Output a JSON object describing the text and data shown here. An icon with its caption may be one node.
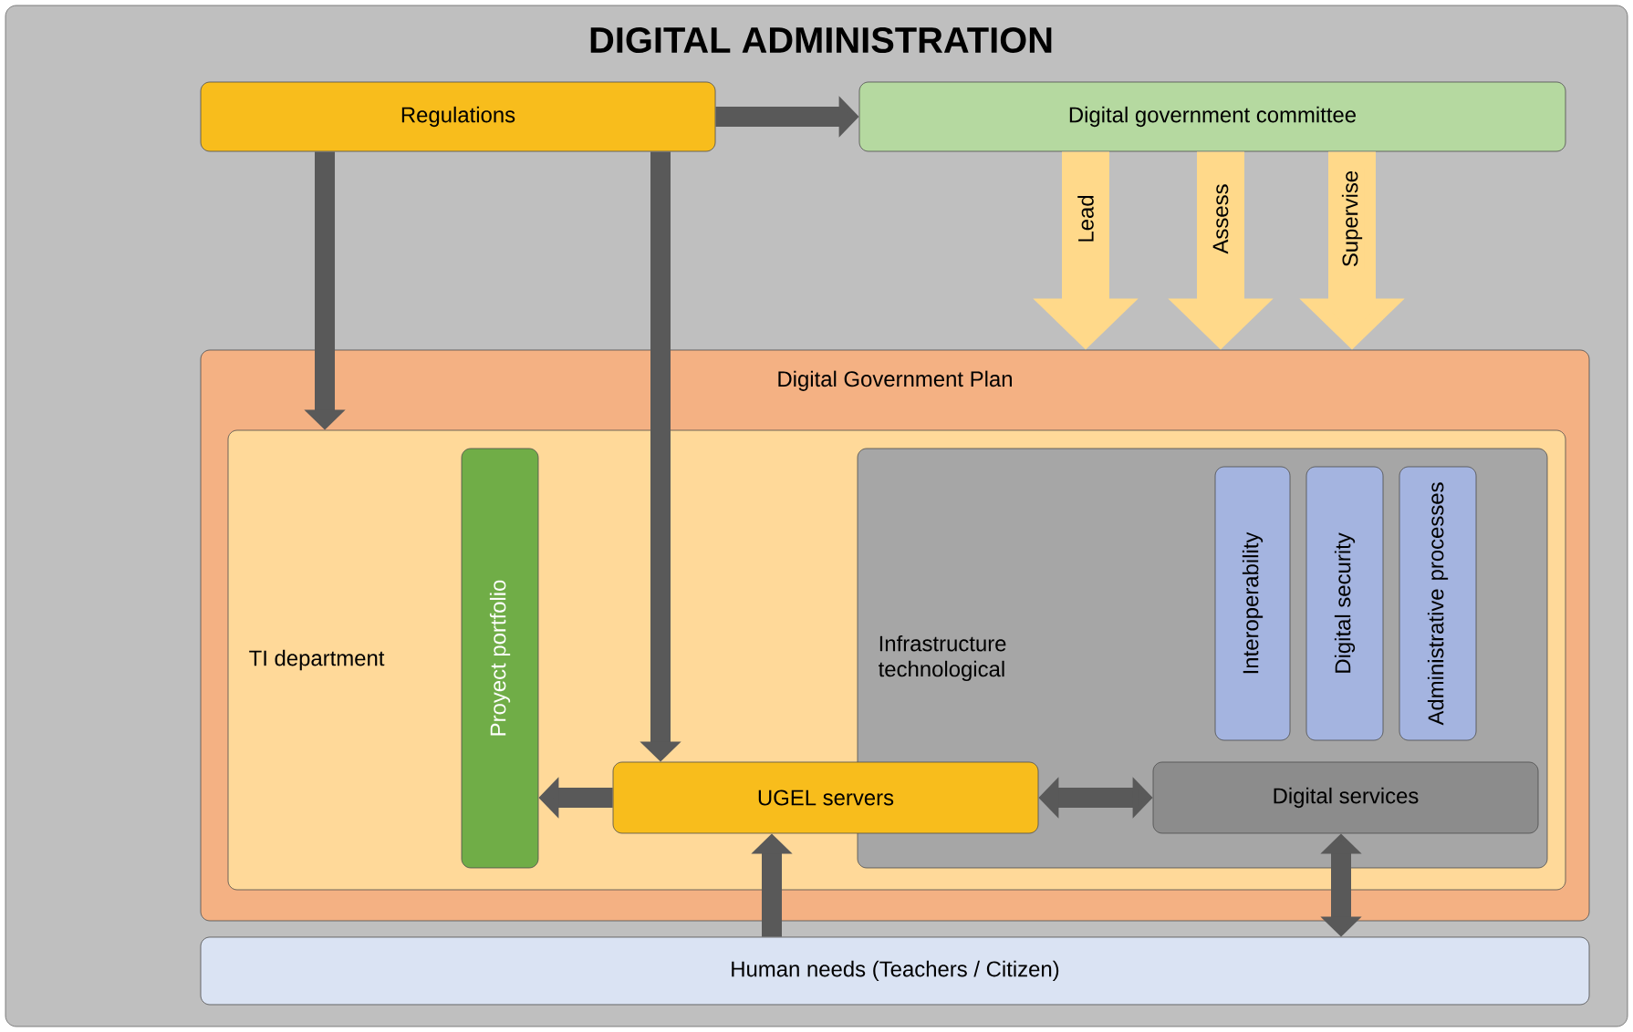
{
  "diagram": {
    "title": "DIGITAL ADMINISTRATION",
    "nodes": [
      {
        "text": [
          "Regulations"
        ]
      },
      {
        "text": [
          "Digital government committee"
        ]
      },
      {
        "text": [
          "Digital Government Plan"
        ]
      },
      {
        "text": [
          "TI department"
        ],
        "in": 2
      },
      {
        "text": [
          "Proyect portfolio"
        ],
        "in": 3
      },
      {
        "text": [
          "Infrastructure technological"
        ],
        "in": 3
      },
      {
        "text": [
          "Interoperability"
        ],
        "in": 5
      },
      {
        "text": [
          "Digital security"
        ],
        "in": 5
      },
      {
        "text": [
          "Administrative processes"
        ],
        "in": 5
      },
      {
        "text": [
          "UGEL servers"
        ],
        "in": 3
      },
      {
        "text": [
          "Digital services"
        ],
        "in": 5
      },
      {
        "text": [
          "Human needs (Teachers / Citizen)"
        ]
      }
    ],
    "edges": [
      {
        "from": 0,
        "to": 1,
        "arrow": "to"
      },
      {
        "from": 0,
        "to": 3,
        "arrow": "to"
      },
      {
        "from": 0,
        "to": 9,
        "arrow": "to"
      },
      {
        "from": 1,
        "to": 2,
        "arrow": "to",
        "label": "Lead",
        "style": "thick",
        "color": "#ffd98a"
      },
      {
        "from": 1,
        "to": 2,
        "arrow": "to",
        "label": "Assess",
        "style": "thick",
        "color": "#ffd98a"
      },
      {
        "from": 1,
        "to": 2,
        "arrow": "to",
        "label": "Supervise",
        "style": "thick",
        "color": "#ffd98a"
      },
      {
        "from": 9,
        "to": 4,
        "arrow": "to"
      },
      {
        "from": 9,
        "to": 10,
        "arrow": "both"
      },
      {
        "from": 11,
        "to": 9,
        "arrow": "to"
      },
      {
        "from": 10,
        "to": 11,
        "arrow": "both"
      }
    ]
  }
}
